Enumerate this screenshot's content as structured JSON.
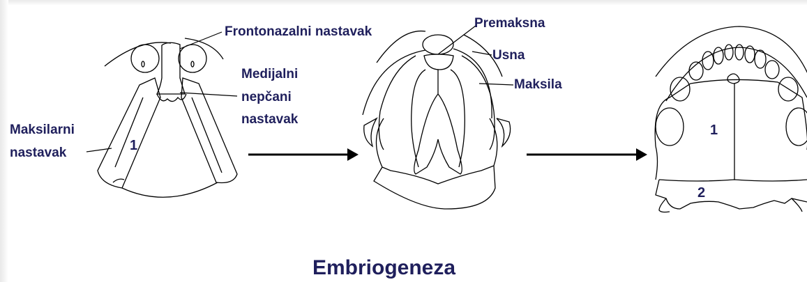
{
  "labels": {
    "frontonazalni": "Frontonazalni nastavak",
    "medijalni_1": "Medijalni",
    "medijalni_2": "nepčani",
    "medijalni_3": "nastavak",
    "maksilarni_1": "Maksilarni",
    "maksilarni_2": "nastavak",
    "premaksna": "Premaksna",
    "usna": "Usna",
    "maksila": "Maksila"
  },
  "numbers": {
    "stage1_region": "1",
    "stage3_region1": "1",
    "stage3_region2": "2"
  },
  "title": "Embriogeneza",
  "colors": {
    "text": "#1f1f5c",
    "line": "#000000",
    "background": "#ffffff"
  }
}
